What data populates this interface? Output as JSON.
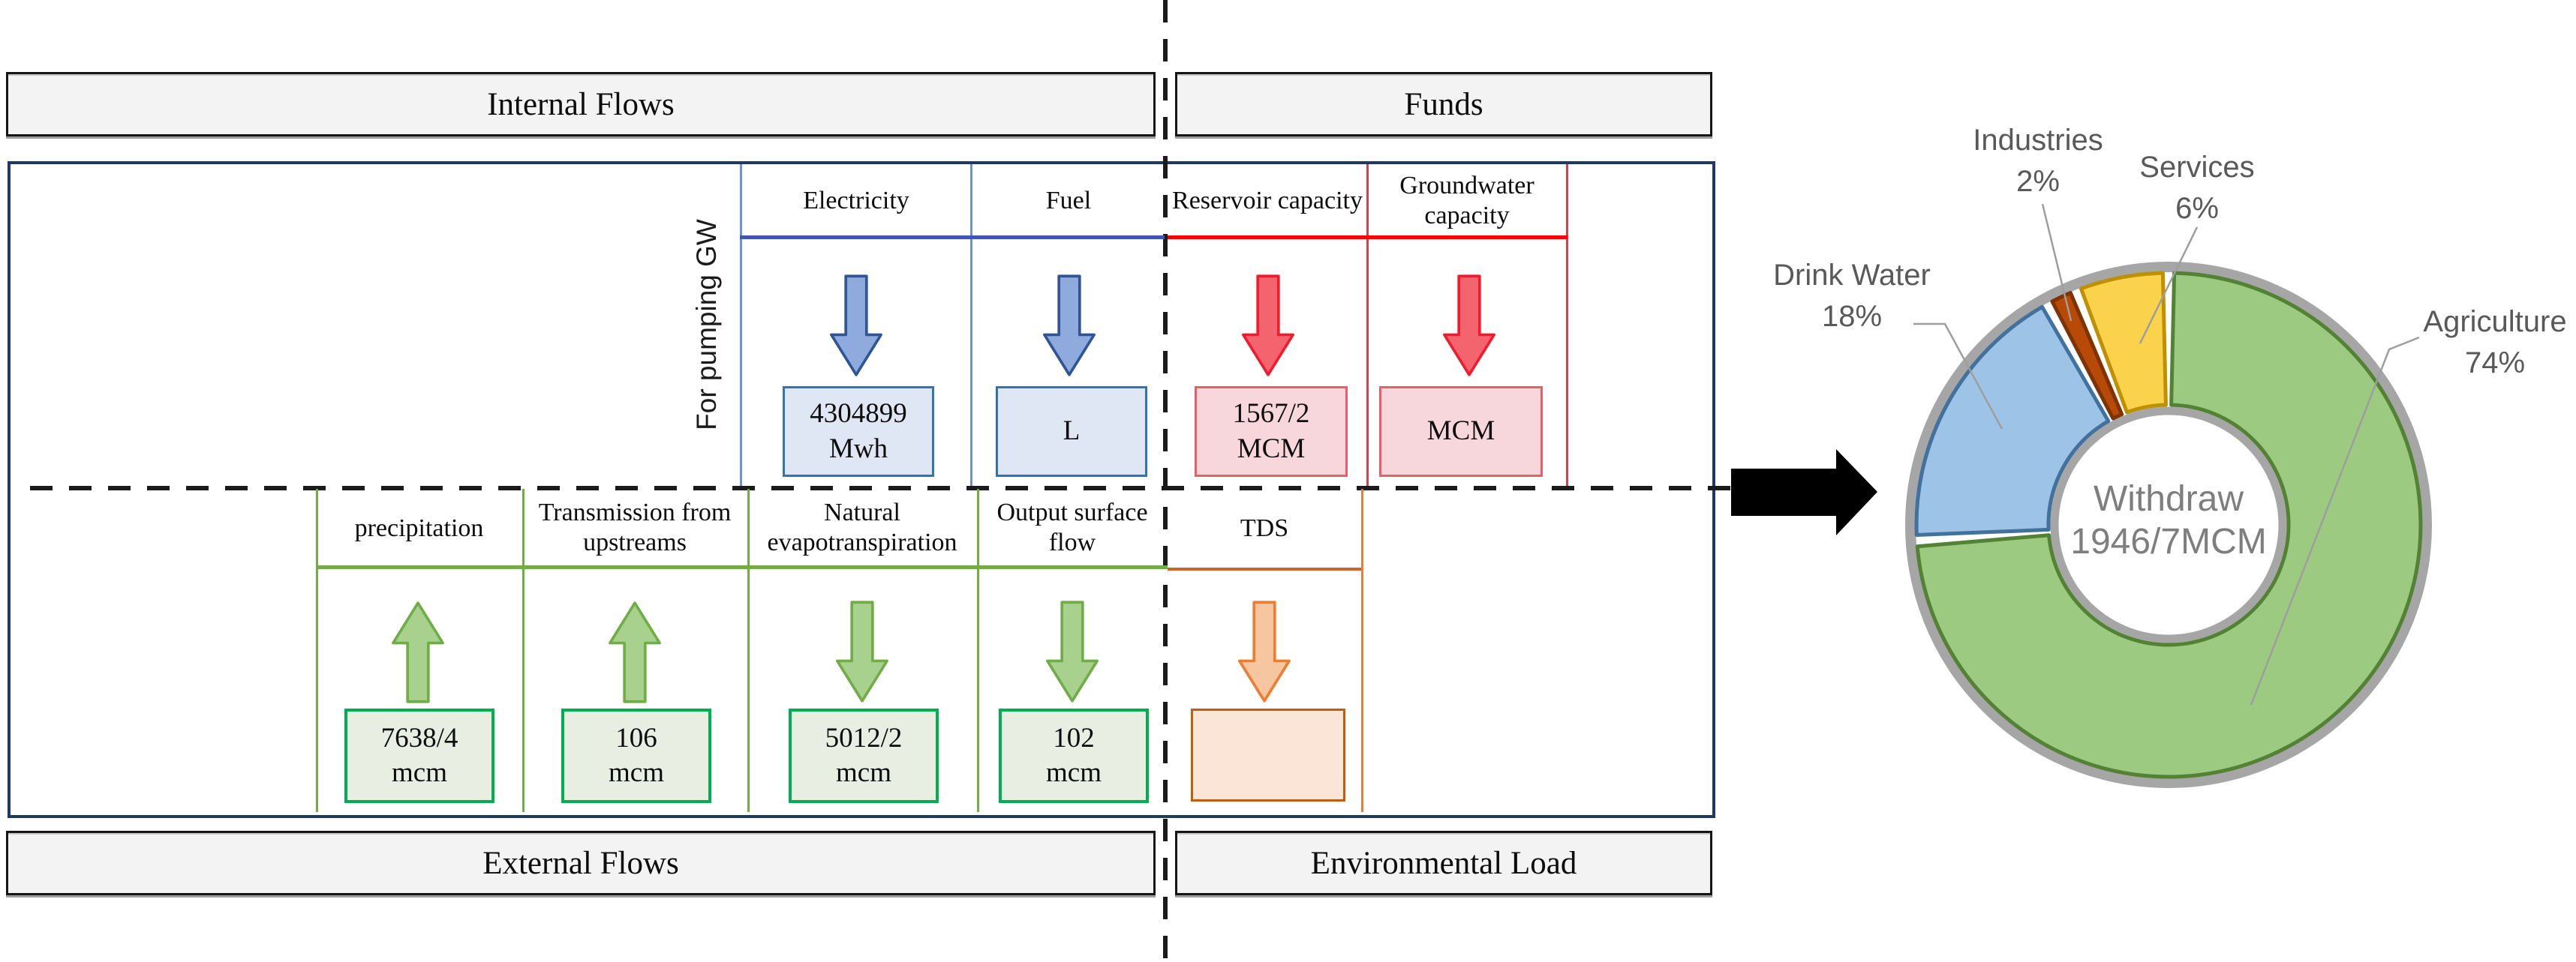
{
  "headers": {
    "internal_flows": "Internal Flows",
    "funds": "Funds",
    "external_flows": "External Flows",
    "environmental_load": "Environmental Load"
  },
  "pumping_label": "For pumping GW",
  "top_columns": [
    {
      "label": "Electricity",
      "value": "4304899",
      "unit": "Mwh"
    },
    {
      "label": "Fuel",
      "value": "",
      "unit": "L"
    },
    {
      "label": "Reservoir capacity",
      "value": "1567/2",
      "unit": "MCM"
    },
    {
      "label": "Groundwater capacity",
      "value": "",
      "unit": "MCM"
    }
  ],
  "bottom_columns": [
    {
      "label": "precipitation",
      "value": "7638/4",
      "unit": "mcm"
    },
    {
      "label": "Transmission from upstreams",
      "value": "106",
      "unit": "mcm"
    },
    {
      "label": "Natural evapotranspiration",
      "value": "5012/2",
      "unit": "mcm"
    },
    {
      "label": "Output surface flow",
      "value": "102",
      "unit": "mcm"
    },
    {
      "label": "TDS",
      "value": "",
      "unit": ""
    }
  ],
  "chart_data": {
    "type": "pie",
    "donut": true,
    "title": "Withdraw 1946/7MCM",
    "center_label_line1": "Withdraw",
    "center_label_line2": "1946/7MCM",
    "categories": [
      "Agriculture",
      "Drink Water",
      "Industries",
      "Services"
    ],
    "values": [
      74,
      18,
      2,
      6
    ],
    "percent_labels": [
      "74%",
      "18%",
      "2%",
      "6%"
    ],
    "start_angle_deg": 0,
    "direction": "clockwise",
    "legend_position": "outside-callouts",
    "slice_colors": [
      {
        "fill": "#9BCA80",
        "stroke": "#548235"
      },
      {
        "fill": "#9DC3E6",
        "stroke": "#41719C"
      },
      {
        "fill": "#B84A08",
        "stroke": "#7F3300"
      },
      {
        "fill": "#FBD24B",
        "stroke": "#BF9000"
      }
    ]
  },
  "colors": {
    "table_border": "#1F3864",
    "blue_line": "#6A93CF",
    "blue_underline": "#3D55BC",
    "red_line": "#E8394C",
    "red_underline": "#FF0000",
    "green_line": "#70AD47",
    "orange_line": "#E0823F",
    "orange_underline": "#D2622A",
    "ring_gray": "#A6A6A6",
    "flow_arrow_black": "#000000"
  }
}
